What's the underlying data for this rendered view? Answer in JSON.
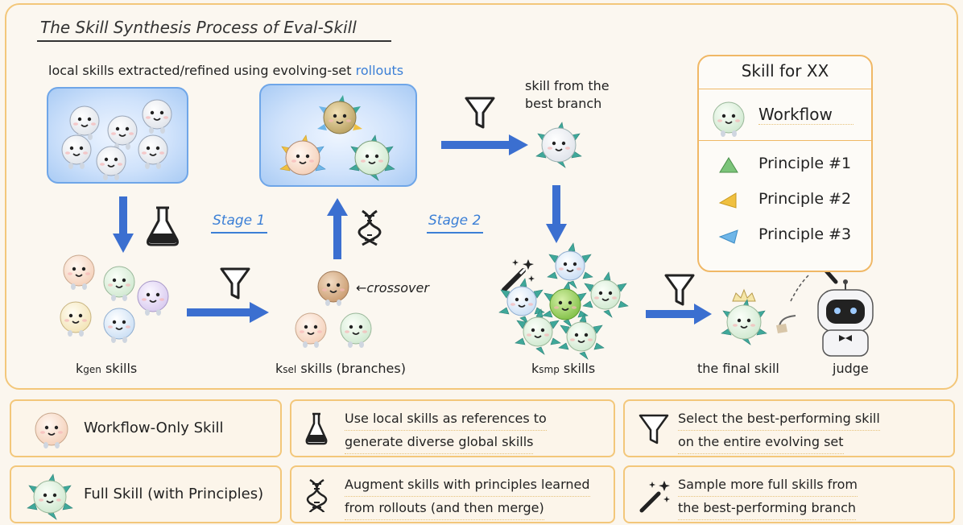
{
  "title": "The Skill Synthesis Process of Eval-Skill",
  "captions": {
    "local_skills_prefix": "local skills extracted/refined using evolving-set ",
    "local_skills_highlight": "rollouts",
    "best_branch_line1": "skill from the",
    "best_branch_line2": "best branch",
    "crossover": "←crossover",
    "k_gen_k": "k",
    "k_gen_sub": "gen",
    "k_gen_rest": " skills",
    "k_sel_k": "k",
    "k_sel_sub": "sel",
    "k_sel_rest": " skills (branches)",
    "k_smp_k": "k",
    "k_smp_sub": "smp",
    "k_smp_rest": " skills",
    "final_skill": "the final skill",
    "judge": "judge"
  },
  "stages": {
    "stage1": "Stage 1",
    "stage2": "Stage 2"
  },
  "skill_card": {
    "title": "Skill for XX",
    "workflow": "Workflow",
    "principles": [
      "Principle #1",
      "Principle #2",
      "Principle #3"
    ]
  },
  "legend": {
    "workflow_only": "Workflow-Only Skill",
    "full_skill": "Full Skill (with Principles)",
    "flask_line1": "Use local skills as references to",
    "flask_line2": "generate diverse global skills",
    "dna_line1": "Augment skills with principles learned",
    "dna_line2": "from rollouts (and then merge)",
    "filter_line1": "Select the best-performing skill",
    "filter_line2": "on the entire evolving set",
    "wand_line1": "Sample more full skills from",
    "wand_line2": "the best-performing branch"
  },
  "colors": {
    "accent_blue": "#3b7fd6",
    "panel_border": "#f3c77a",
    "principle_green": "#7cc47a",
    "principle_yellow": "#f0c040",
    "principle_blue": "#6fb6e8"
  },
  "icons": [
    "flask-icon",
    "dna-icon",
    "filter-icon",
    "magic-wand-icon",
    "magnifier-icon",
    "robot-icon"
  ]
}
